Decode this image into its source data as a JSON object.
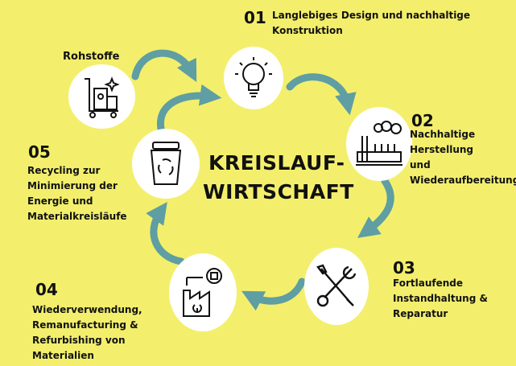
{
  "title": {
    "line1": "KREISLAUF-",
    "line2": "WIRTSCHAFT"
  },
  "start": {
    "label": "Rohstoffe",
    "icon": "raw-materials-cart-icon"
  },
  "steps": [
    {
      "number": "01",
      "lines": [
        "Langlebiges Design und nachhaltige",
        "Konstruktion"
      ],
      "icon": "lightbulb-icon"
    },
    {
      "number": "02",
      "lines": [
        "Nachhaltige",
        "Herstellung",
        "und",
        "Wiederaufbereitung"
      ],
      "icon": "factory-icon"
    },
    {
      "number": "03",
      "lines": [
        "Fortlaufende",
        "Instandhaltung &",
        "Reparatur"
      ],
      "icon": "wrench-screwdriver-icon"
    },
    {
      "number": "04",
      "lines": [
        "Wiederverwendung,",
        "Remanufacturing &",
        "Refurbishing von",
        "Materialien"
      ],
      "icon": "remanufacturing-icon"
    },
    {
      "number": "05",
      "lines": [
        "Recycling zur",
        "Minimierung der",
        "Energie und",
        "Materialkreisläufe"
      ],
      "icon": "recycling-bin-icon"
    }
  ],
  "colors": {
    "background": "#f3ef6d",
    "arrow": "#5f9ea3"
  }
}
